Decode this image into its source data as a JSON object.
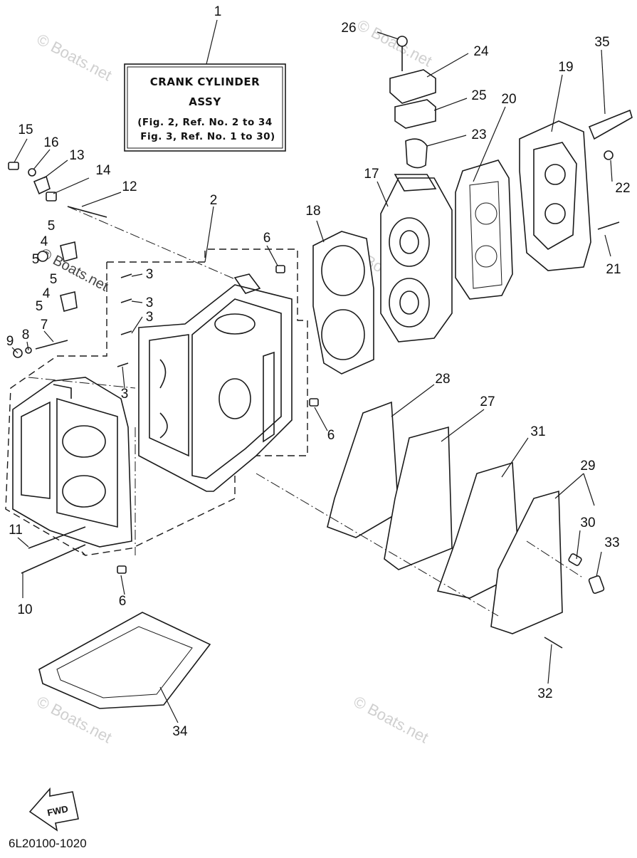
{
  "title_box": {
    "line1": "CRANK CYLINDER",
    "line2": "ASSY",
    "line3": "(Fig. 2, Ref. No. 2 to 34",
    "line4": "Fig. 3, Ref. No. 1 to 30)"
  },
  "callouts": {
    "c1": "1",
    "c2": "2",
    "c3a": "3",
    "c3b": "3",
    "c3c": "3",
    "c3d": "3",
    "c4a": "4",
    "c4b": "4",
    "c5a": "5",
    "c5b": "5",
    "c5c": "5",
    "c5d": "5",
    "c6a": "6",
    "c6b": "6",
    "c6c": "6",
    "c7": "7",
    "c8": "8",
    "c9": "9",
    "c10": "10",
    "c11": "11",
    "c12": "12",
    "c13": "13",
    "c14": "14",
    "c15": "15",
    "c16": "16",
    "c17": "17",
    "c18": "18",
    "c19": "19",
    "c20": "20",
    "c21": "21",
    "c22": "22",
    "c23": "23",
    "c24": "24",
    "c25": "25",
    "c26": "26",
    "c27": "27",
    "c28": "28",
    "c29": "29",
    "c30": "30",
    "c31": "31",
    "c32": "32",
    "c33": "33",
    "c34": "34",
    "c35": "35"
  },
  "watermark": "© Boats.net",
  "fwd_label": "FWD",
  "diagram_code": "6L20100-1020",
  "icons": {
    "fwd_arrow": "fwd-arrow-icon"
  }
}
